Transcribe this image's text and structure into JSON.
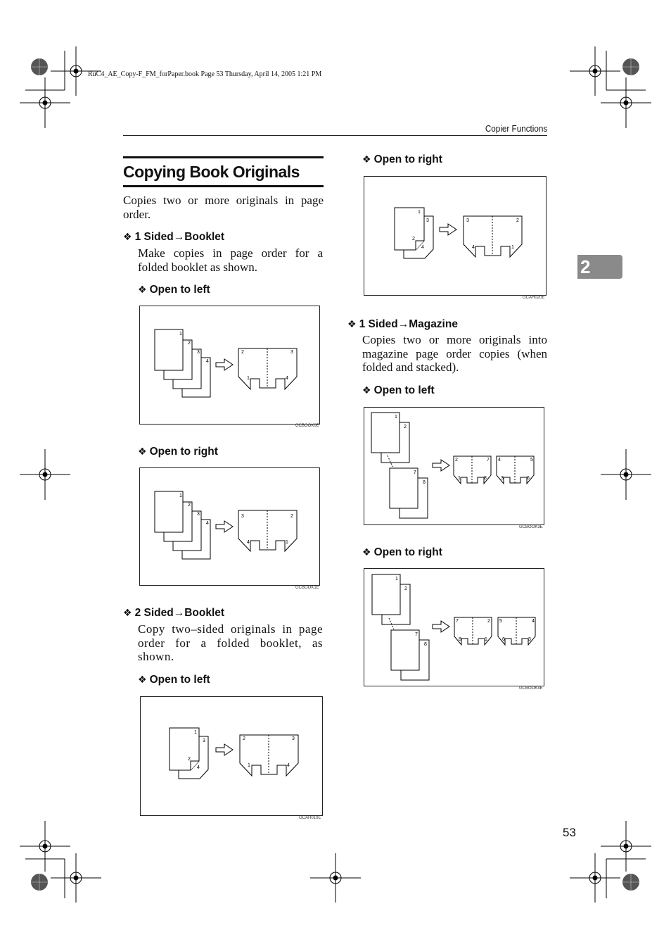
{
  "file_header": "RuC4_AE_Copy-F_FM_forPaper.book  Page 53  Thursday, April 14, 2005  1:21 PM",
  "running_head": "Copier Functions",
  "chapter_tab": "2",
  "page_number": "53",
  "title": "Copying Book Originals",
  "intro": "Copies two or more originals in page order.",
  "sections": [
    {
      "heading": "1 Sided→Booklet",
      "body": "Make copies in page order for a folded booklet as shown.",
      "subs": [
        {
          "heading": "Open to left",
          "code": "GCBOOK0E",
          "stack": [
            "1",
            "2",
            "3",
            "4"
          ],
          "result": [
            "2",
            "3",
            "1",
            "4"
          ]
        },
        {
          "heading": "Open to right",
          "code": "GCBOOK1E",
          "stack": [
            "1",
            "2",
            "3",
            "4"
          ],
          "result": [
            "3",
            "2",
            "4",
            "1"
          ]
        }
      ]
    },
    {
      "heading": "2 Sided→Booklet",
      "body": "Copy two–sided originals in page order for a folded booklet, as shown.",
      "subs": [
        {
          "heading": "Open to left",
          "code": "GCAH010E",
          "duplex": [
            "1",
            "3",
            "2",
            "4"
          ],
          "result": [
            "2",
            "3",
            "1",
            "4"
          ]
        },
        {
          "heading": "Open to right",
          "code": "GCAH020E",
          "duplex": [
            "1",
            "3",
            "2",
            "4"
          ],
          "result": [
            "3",
            "2",
            "4",
            "1"
          ]
        }
      ]
    },
    {
      "heading": "1 Sided→Magazine",
      "body": "Copies two or more originals into magazine page order copies (when folded and stacked).",
      "subs": [
        {
          "heading": "Open to left",
          "code": "GCBOOK3E",
          "top": [
            "1",
            "2"
          ],
          "bottom": [
            "7",
            "8"
          ],
          "result_a": [
            "2",
            "7",
            "1",
            "8"
          ],
          "result_b": [
            "4",
            "5",
            "3",
            "6"
          ]
        },
        {
          "heading": "Open to right",
          "code": "GCBOOK4E",
          "top": [
            "1",
            "2"
          ],
          "bottom": [
            "7",
            "8"
          ],
          "result_a": [
            "7",
            "2",
            "8",
            "1"
          ],
          "result_b": [
            "5",
            "4",
            "6",
            "3"
          ]
        }
      ]
    }
  ],
  "diamond": "❖"
}
